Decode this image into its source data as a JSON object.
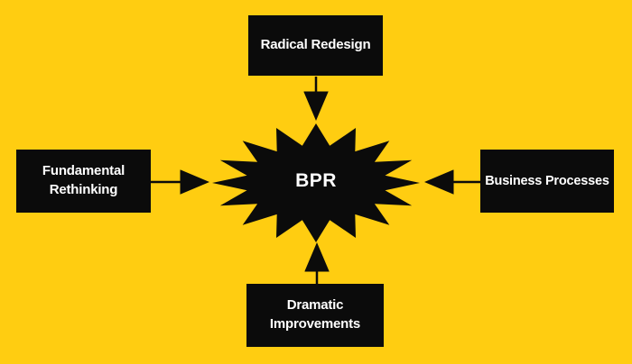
{
  "diagram": {
    "center": {
      "label": "BPR"
    },
    "nodes": [
      {
        "id": "top",
        "label": "Radical Redesign"
      },
      {
        "id": "left",
        "label": "Fundamental\nRethinking"
      },
      {
        "id": "right",
        "label": "Business Processes"
      },
      {
        "id": "bottom",
        "label": "Dramatic\nImprovements"
      }
    ],
    "connections": [
      {
        "from": "top",
        "to": "center",
        "direction": "down"
      },
      {
        "from": "left",
        "to": "center",
        "direction": "right"
      },
      {
        "from": "right",
        "to": "center",
        "direction": "left"
      },
      {
        "from": "bottom",
        "to": "center",
        "direction": "up"
      }
    ],
    "colors": {
      "background": "#FFCD11",
      "node_fill": "#0B0B0B",
      "node_text": "#FFFFFF",
      "arrow": "#0B0B0B",
      "starburst_fill": "#0B0B0B"
    }
  }
}
